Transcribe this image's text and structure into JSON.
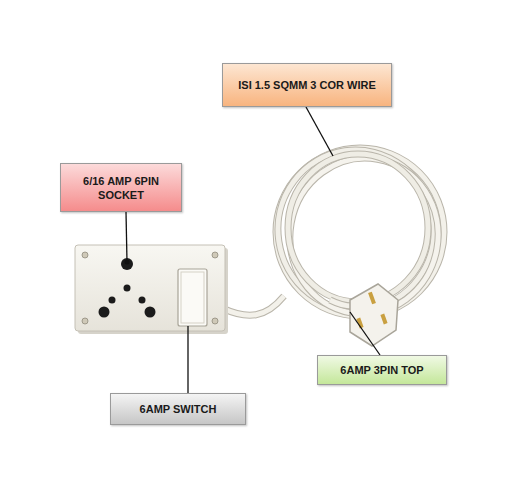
{
  "diagram": {
    "nodes": [
      {
        "text": [
          "ISI 1.5 SQMM 3 COR WIRE"
        ]
      },
      {
        "text": [
          "6/16 AMP 6PIN SOCKET"
        ]
      },
      {
        "text": [
          "6AMP 3PIN TOP"
        ]
      },
      {
        "text": [
          "6AMP SWITCH"
        ]
      }
    ]
  }
}
